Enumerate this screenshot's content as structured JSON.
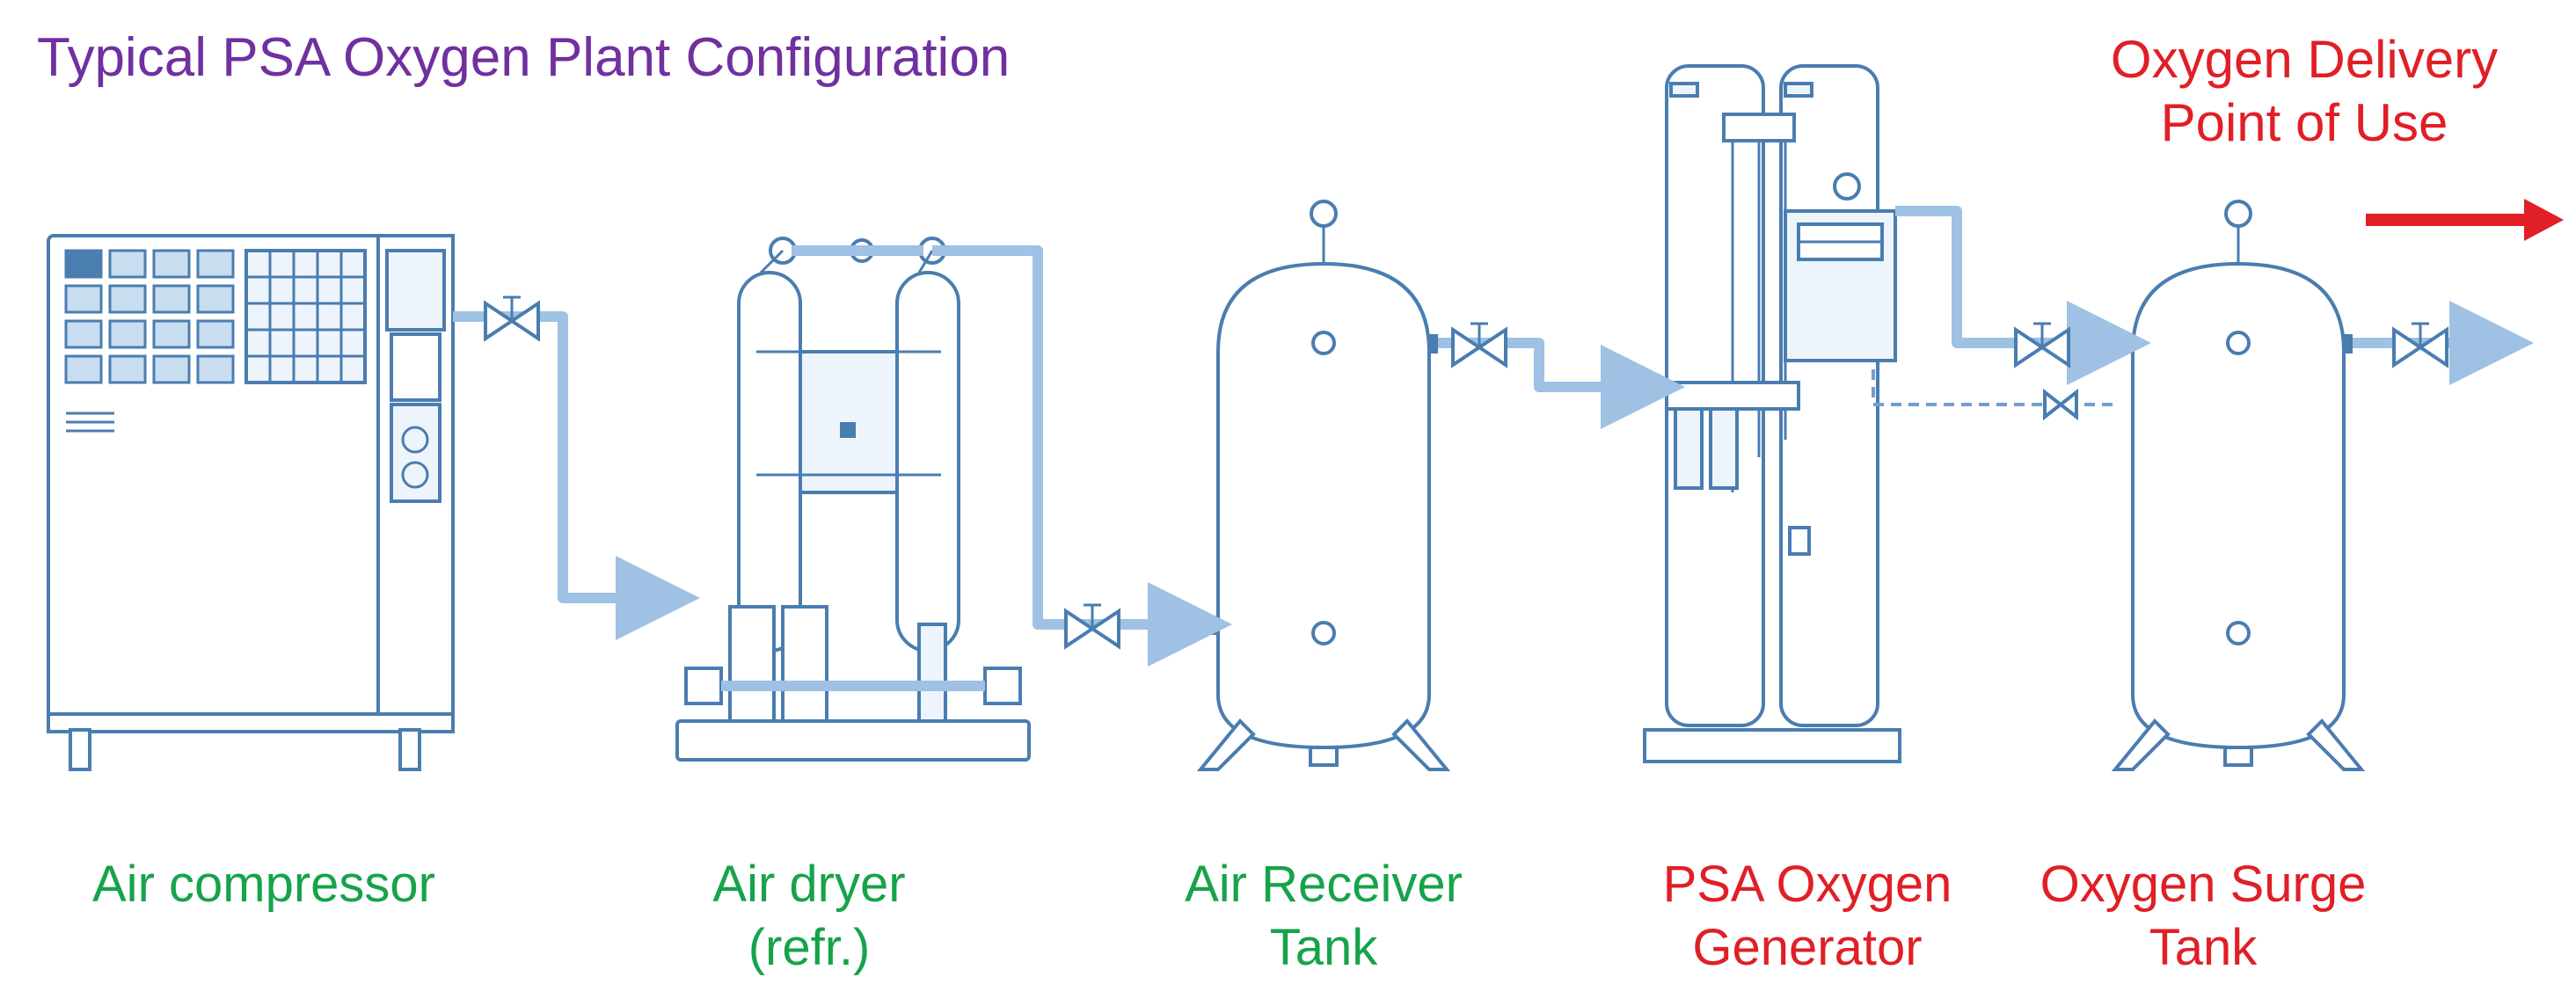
{
  "title": "Typical PSA Oxygen Plant Configuration",
  "delivery": {
    "line1": "Oxygen Delivery",
    "line2": "Point of Use"
  },
  "stages": [
    {
      "id": "air-compressor",
      "line1": "Air compressor",
      "line2": ""
    },
    {
      "id": "air-dryer",
      "line1": "Air dryer",
      "line2": "(refr.)"
    },
    {
      "id": "air-receiver-tank",
      "line1": "Air Receiver",
      "line2": "Tank"
    },
    {
      "id": "psa-oxygen-generator",
      "line1": "PSA Oxygen",
      "line2": "Generator"
    },
    {
      "id": "oxygen-surge-tank",
      "line1": "Oxygen Surge",
      "line2": "Tank"
    }
  ],
  "colors": {
    "title": "#7030a0",
    "air_stage_label": "#16a34a",
    "oxygen_stage_label": "#e01f26",
    "equipment_line": "#4a7db0",
    "pipe": "#9ec1e4",
    "delivery_arrow": "#e01f26"
  }
}
